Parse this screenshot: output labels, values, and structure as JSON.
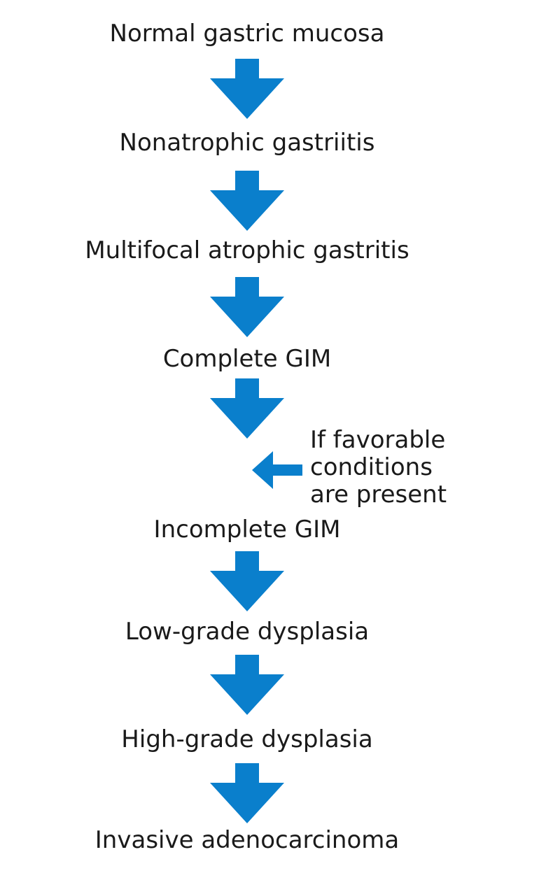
{
  "stages": [
    "Normal gastric mucosa",
    "Nonatrophic gastriitis",
    "Multifocal atrophic gastritis",
    "Complete GIM",
    "Incomplete GIM",
    "Low-grade dysplasia",
    "High-grade dysplasia",
    "Invasive adenocarcinoma"
  ],
  "side_note": {
    "lines": [
      "If favorable",
      "conditions",
      "are present"
    ]
  },
  "colors": {
    "arrow": "#0a7fcc",
    "text": "#1a1a1a",
    "background": "#ffffff"
  },
  "icons": {
    "down_arrow": "down-arrow-icon",
    "left_arrow": "left-arrow-icon"
  }
}
